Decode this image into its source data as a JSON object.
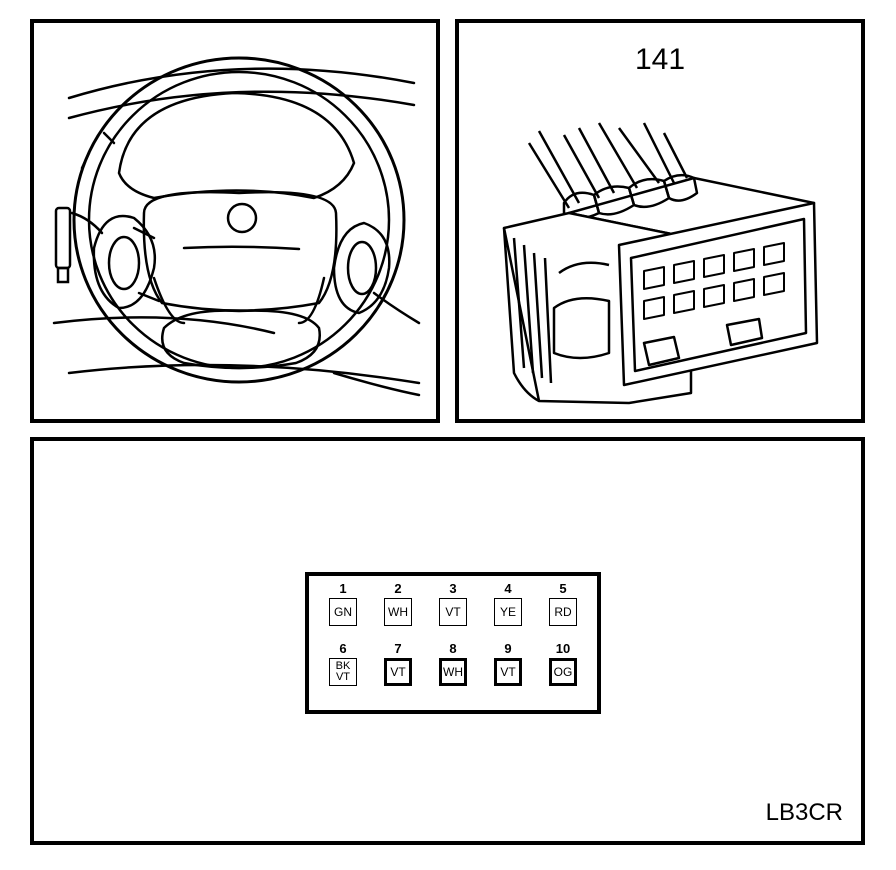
{
  "connector": {
    "id": "141"
  },
  "reference_code": "LB3CR",
  "pins": [
    {
      "num": "1",
      "color": "GN"
    },
    {
      "num": "2",
      "color": "WH"
    },
    {
      "num": "3",
      "color": "VT"
    },
    {
      "num": "4",
      "color": "YE"
    },
    {
      "num": "5",
      "color": "RD"
    },
    {
      "num": "6",
      "color": "BK\nVT"
    },
    {
      "num": "7",
      "color": "VT"
    },
    {
      "num": "8",
      "color": "WH"
    },
    {
      "num": "9",
      "color": "VT"
    },
    {
      "num": "10",
      "color": "OG"
    }
  ],
  "colors": {
    "line": "#000000",
    "background": "#ffffff"
  }
}
